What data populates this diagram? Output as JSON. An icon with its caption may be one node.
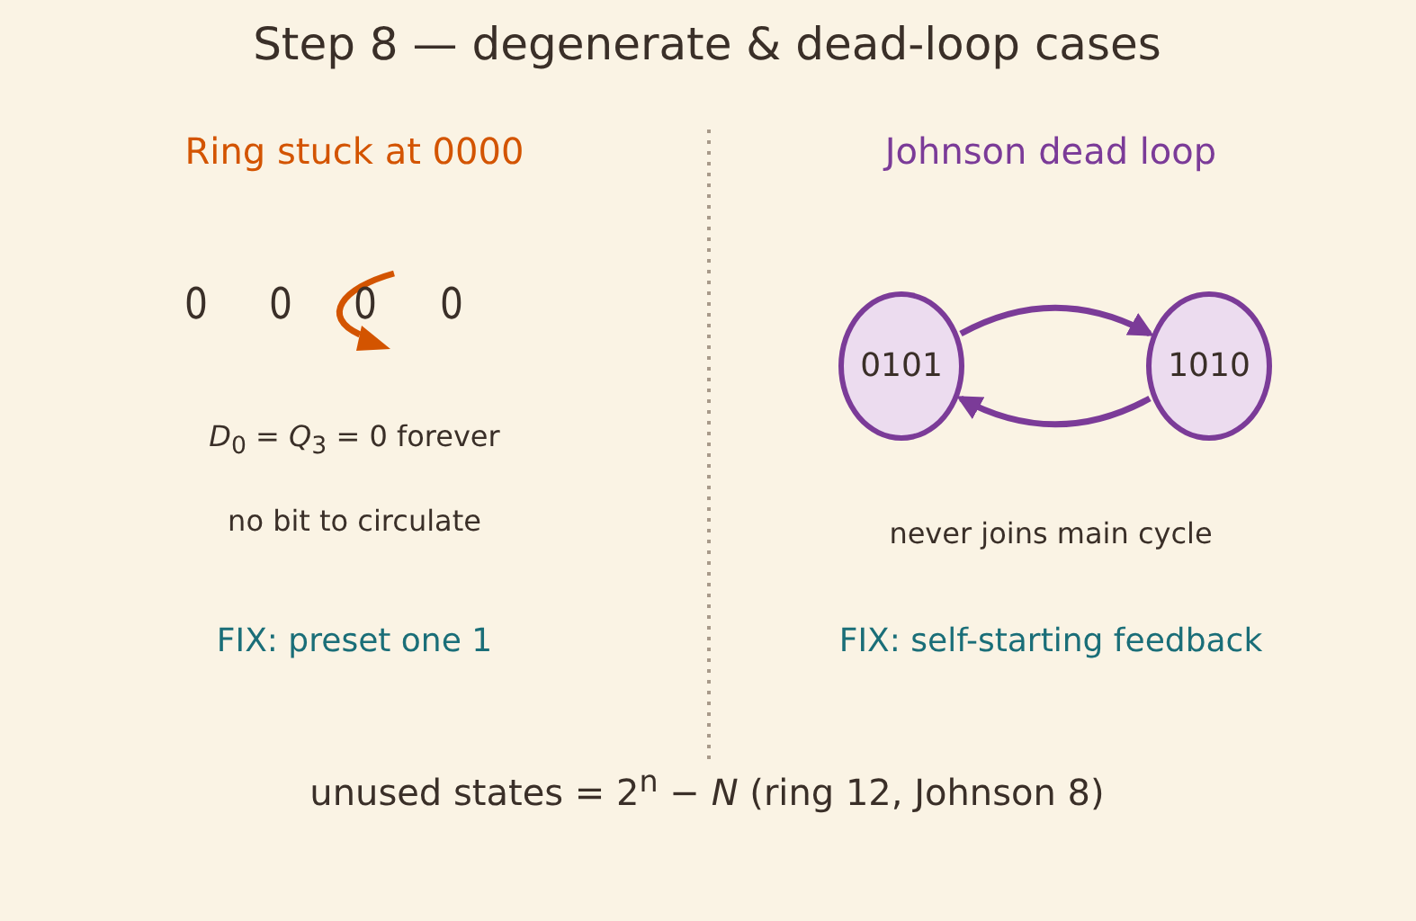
{
  "diagram": {
    "title": "Step 8 — degenerate & dead-loop cases",
    "nodes": [
      {
        "text": [
          "0101"
        ]
      },
      {
        "text": [
          "1010"
        ]
      }
    ],
    "edges": [
      {
        "from": 0,
        "to": 1,
        "arrow": "to"
      },
      {
        "from": 1,
        "to": 0,
        "arrow": "to"
      }
    ],
    "labels": [
      "Ring stuck at 0000",
      "Johnson dead loop",
      "0",
      "0",
      "0",
      "0",
      "*D*$_{0}$ = *Q*$_{3}$ = 0 forever",
      "no bit to circulate",
      "never joins main cycle",
      "FIX: preset one 1",
      "FIX: self-starting feedback",
      "unused states = 2$^{n}$ − *N*  (ring 12, Johnson 8)"
    ]
  }
}
